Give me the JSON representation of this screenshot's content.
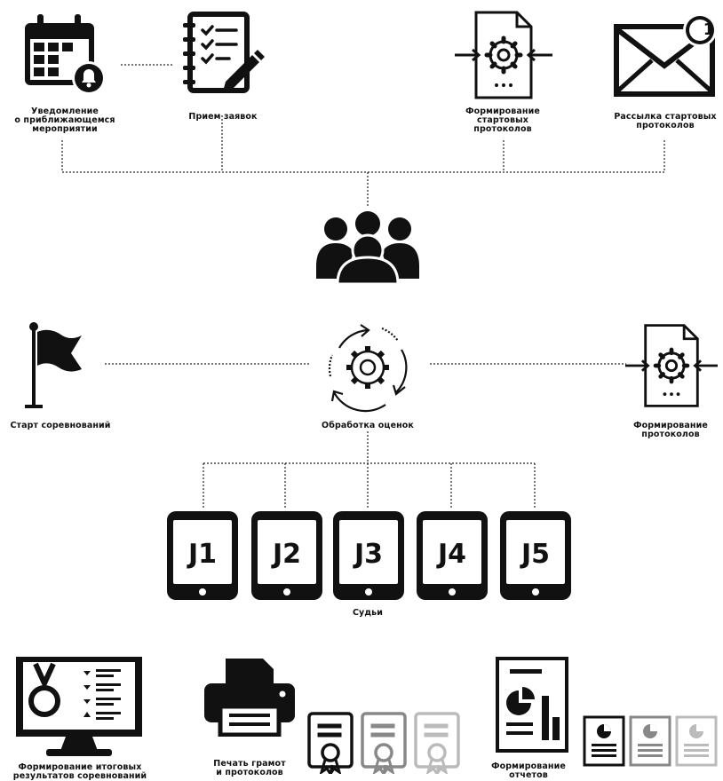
{
  "labels": {
    "notify": [
      "Уведомление",
      "о приближающемся",
      "мероприятии"
    ],
    "applications": [
      "Прием заявок"
    ],
    "form_start": [
      "Формирование",
      "стартовых",
      "протоколов"
    ],
    "mailing": [
      "Рассылка стартовых",
      "протоколов"
    ],
    "start": [
      "Старт соревнований"
    ],
    "processing": [
      "Обработка оценок"
    ],
    "form_protocols": [
      "Формирование",
      "протоколов"
    ],
    "judges": [
      "Судьи"
    ],
    "final_results": [
      "Формирование итоговых",
      "результатов соревнований"
    ],
    "print": [
      "Печать грамот",
      "и протоколов"
    ],
    "reports": [
      "Формирование",
      "отчетов"
    ]
  },
  "mail_badge": "1",
  "judges": [
    "J1",
    "J2",
    "J3",
    "J4",
    "J5"
  ],
  "icons": {
    "calendar": "calendar-bell-icon",
    "checklist": "checklist-notebook-icon",
    "doc_gear": "document-gear-icon",
    "mail": "envelope-icon",
    "group": "people-group-icon",
    "flag": "flag-icon",
    "cycle": "gear-cycle-icon",
    "tablet": "tablet-icon",
    "monitor": "monitor-medal-icon",
    "printer": "printer-icon",
    "certificate": "certificate-icon",
    "report": "report-chart-icon"
  },
  "colors": {
    "ink": "#111111",
    "faded1": "#888888",
    "faded2": "#bbbbbb"
  }
}
